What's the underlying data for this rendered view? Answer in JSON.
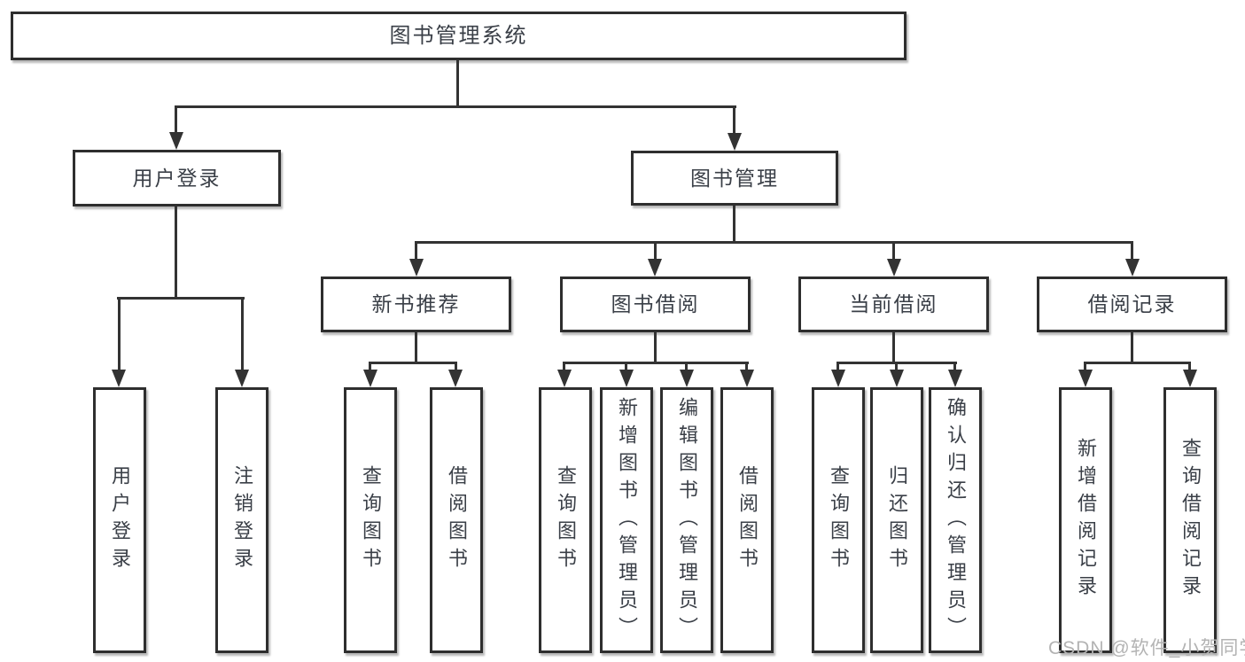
{
  "diagram": {
    "title": "图书管理系统",
    "branches": {
      "user_login": {
        "label": "用户登录",
        "children": [
          "用户登录",
          "注销登录"
        ]
      },
      "book_mgmt": {
        "label": "图书管理",
        "groups": [
          {
            "label": "新书推荐",
            "children": [
              "查询图书",
              "借阅图书"
            ]
          },
          {
            "label": "图书借阅",
            "children": [
              "查询图书",
              "新增图书（管理员）",
              "编辑图书（管理员）",
              "借阅图书"
            ]
          },
          {
            "label": "当前借阅",
            "children": [
              "查询图书",
              "归还图书",
              "确认归还（管理员）"
            ]
          },
          {
            "label": "借阅记录",
            "children": [
              "新增借阅记录",
              "查询借阅记录"
            ]
          }
        ]
      }
    }
  },
  "watermark": "CSDN @软件_小贺同学",
  "colors": {
    "background": "#ffffff",
    "box_border": "#2e2e2e",
    "connector_line": "#333333",
    "text": "#3a3f47",
    "watermark": "#b3b3b3"
  }
}
